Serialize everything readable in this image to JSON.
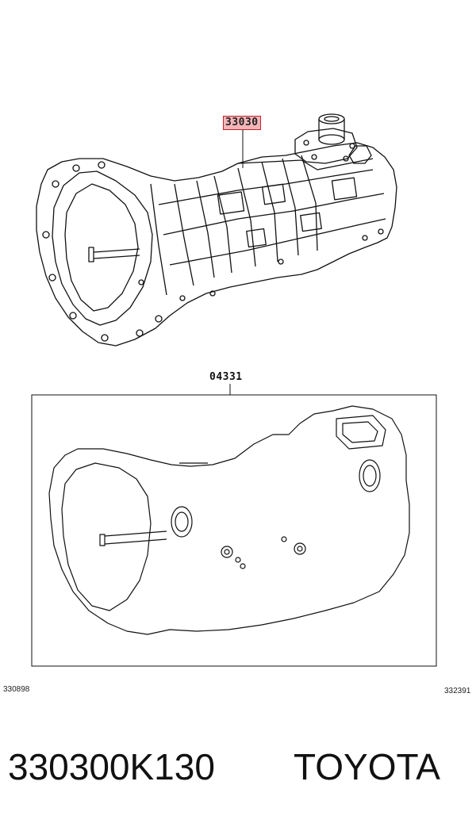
{
  "callouts": {
    "assembly": "33030",
    "gasket_kit": "04331"
  },
  "refs": {
    "left": "330898",
    "right": "332391"
  },
  "footer": {
    "part_number": "330300K130",
    "brand": "TOYOTA"
  },
  "colors": {
    "highlight_fill": "#f3b6b8",
    "highlight_border": "#c8202a",
    "line": "#111111"
  }
}
